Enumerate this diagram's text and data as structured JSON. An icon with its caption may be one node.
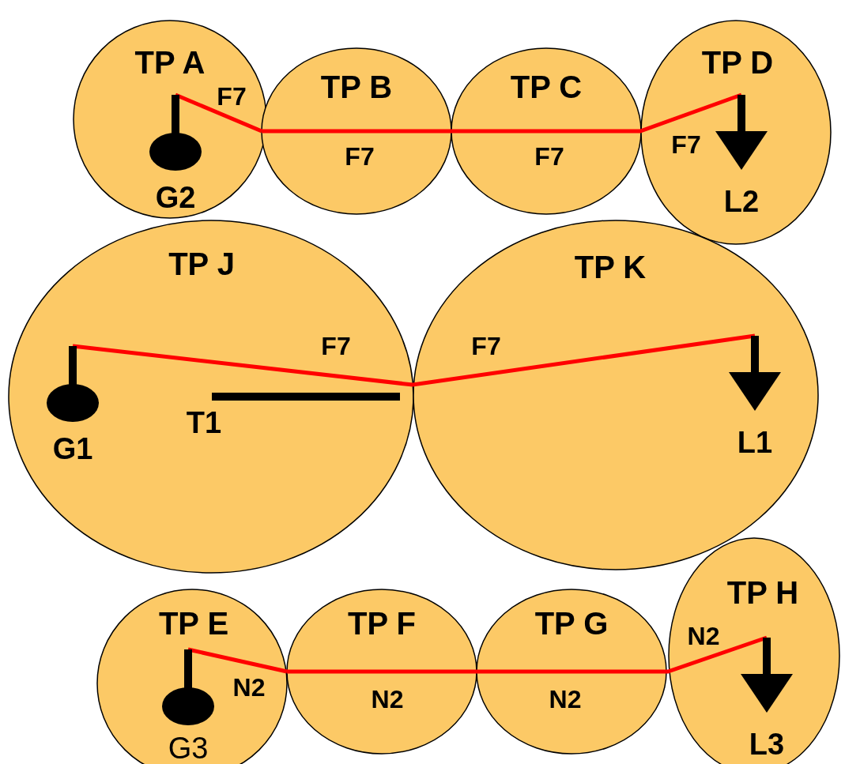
{
  "diagram": {
    "nodes": [
      {
        "text": [
          "TP A"
        ]
      },
      {
        "text": [
          "G2"
        ],
        "in": 0
      },
      {
        "text": [
          "TP B"
        ]
      },
      {
        "text": [
          "TP C"
        ]
      },
      {
        "text": [
          "TP D"
        ]
      },
      {
        "text": [
          "L2"
        ],
        "in": 4
      },
      {
        "text": [
          "TP J"
        ]
      },
      {
        "text": [
          "G1"
        ],
        "in": 6
      },
      {
        "text": [
          "TP K"
        ]
      },
      {
        "text": [
          "L1"
        ],
        "in": 8
      },
      {
        "text": [
          "TP E"
        ]
      },
      {
        "text": [
          "G3"
        ],
        "in": 10
      },
      {
        "text": [
          "TP F"
        ]
      },
      {
        "text": [
          "TP G"
        ]
      },
      {
        "text": [
          "TP H"
        ]
      },
      {
        "text": [
          "L3"
        ],
        "in": 14
      }
    ],
    "edges": [
      {
        "from": 1,
        "to": 2,
        "arrow": "none"
      },
      {
        "from": 2,
        "to": 3,
        "arrow": "none"
      },
      {
        "from": 3,
        "to": 5,
        "arrow": "none"
      },
      {
        "from": 7,
        "to": 9,
        "arrow": "none"
      },
      {
        "from": 11,
        "to": 12,
        "arrow": "none"
      },
      {
        "from": 12,
        "to": 13,
        "arrow": "none"
      },
      {
        "from": 13,
        "to": 15,
        "arrow": "none"
      }
    ],
    "labels": [
      "F7",
      "F7",
      "F7",
      "F7",
      "F7",
      "F7",
      "T1",
      "N2",
      "N2",
      "N2",
      "N2"
    ]
  }
}
